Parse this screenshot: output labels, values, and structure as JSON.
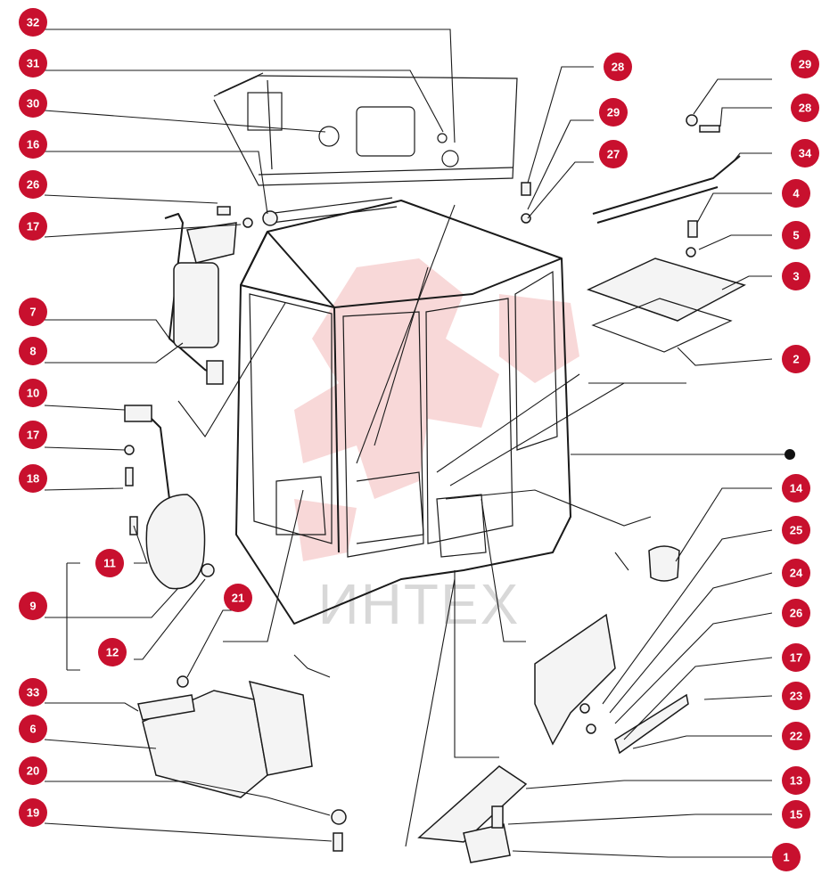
{
  "watermark": {
    "text": "ИНТЕХ"
  },
  "colors": {
    "badge": "#c8102e",
    "ink": "#1a1a1a",
    "watermark_logo": "#f2b8b8"
  },
  "callouts": {
    "c32": "32",
    "c31": "31",
    "c30": "30",
    "c16": "16",
    "c26a": "26",
    "c17a": "17",
    "c7": "7",
    "c8": "8",
    "c10": "10",
    "c17b": "17",
    "c18": "18",
    "c11": "11",
    "c9": "9",
    "c12": "12",
    "c21": "21",
    "c33": "33",
    "c6": "6",
    "c20": "20",
    "c19": "19",
    "c28a": "28",
    "c29a": "29",
    "c27": "27",
    "c29b": "29",
    "c28b": "28",
    "c34": "34",
    "c4": "4",
    "c5": "5",
    "c3": "3",
    "c2": "2",
    "c14": "14",
    "c25": "25",
    "c24": "24",
    "c26b": "26",
    "c17c": "17",
    "c23": "23",
    "c22": "22",
    "c13": "13",
    "c15": "15",
    "c1": "1"
  }
}
